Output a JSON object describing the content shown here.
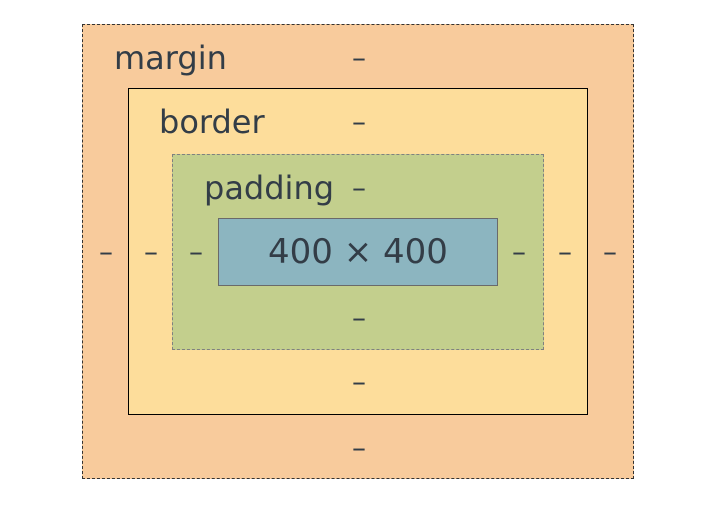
{
  "box_model": {
    "margin": {
      "label": "margin",
      "top": "–",
      "right": "–",
      "bottom": "–",
      "left": "–"
    },
    "border": {
      "label": "border",
      "top": "–",
      "right": "–",
      "bottom": "–",
      "left": "–"
    },
    "padding": {
      "label": "padding",
      "top": "–",
      "right": "–",
      "bottom": "–",
      "left": "–"
    },
    "content": {
      "dimensions": "400 × 400"
    }
  },
  "colors": {
    "margin": "#f8cb9c",
    "border": "#fddd9b",
    "padding": "#c3cf8d",
    "content": "#8cb5c0",
    "text": "#333d47"
  }
}
